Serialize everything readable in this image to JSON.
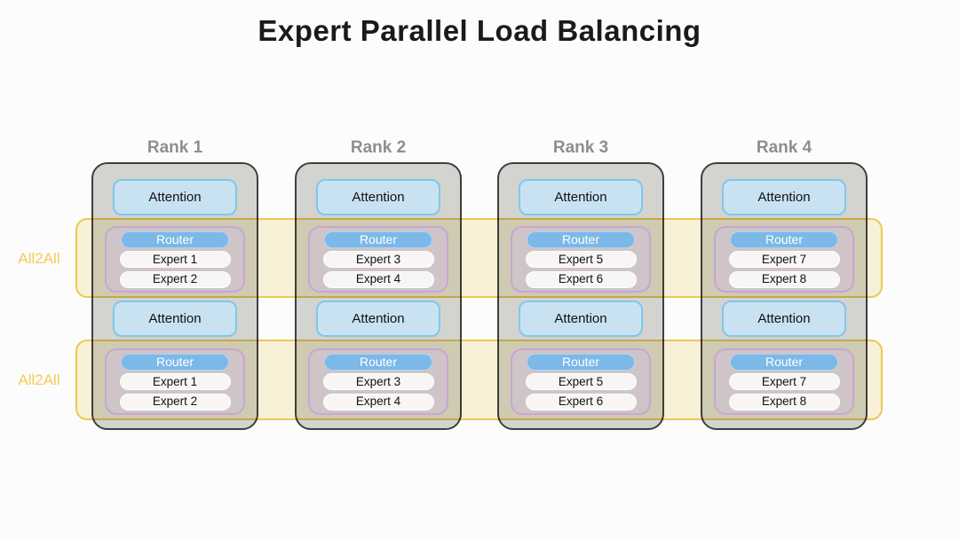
{
  "title": "Expert Parallel Load Balancing",
  "all2all": {
    "labels": [
      "All2All",
      "All2All"
    ]
  },
  "ranks": [
    {
      "label": "Rank 1",
      "layers": [
        {
          "attention": "Attention",
          "router": "Router",
          "experts": [
            "Expert 1",
            "Expert 2"
          ]
        },
        {
          "attention": "Attention",
          "router": "Router",
          "experts": [
            "Expert 1",
            "Expert 2"
          ]
        }
      ]
    },
    {
      "label": "Rank 2",
      "layers": [
        {
          "attention": "Attention",
          "router": "Router",
          "experts": [
            "Expert 3",
            "Expert 4"
          ]
        },
        {
          "attention": "Attention",
          "router": "Router",
          "experts": [
            "Expert 3",
            "Expert 4"
          ]
        }
      ]
    },
    {
      "label": "Rank 3",
      "layers": [
        {
          "attention": "Attention",
          "router": "Router",
          "experts": [
            "Expert 5",
            "Expert 6"
          ]
        },
        {
          "attention": "Attention",
          "router": "Router",
          "experts": [
            "Expert 5",
            "Expert 6"
          ]
        }
      ]
    },
    {
      "label": "Rank 4",
      "layers": [
        {
          "attention": "Attention",
          "router": "Router",
          "experts": [
            "Expert 7",
            "Expert 8"
          ]
        },
        {
          "attention": "Attention",
          "router": "Router",
          "experts": [
            "Expert 7",
            "Expert 8"
          ]
        }
      ]
    }
  ],
  "colors": {
    "background": "#fcfcfc",
    "title_text": "#1a1a1a",
    "rank_label_text": "#8e8e8e",
    "column_fill": "#d3d3d0",
    "column_border": "#3f3f3f",
    "attention_fill": "#c9e2f2",
    "attention_border": "#7fc7eb",
    "moe_fill": "#cfc4c8",
    "moe_border": "#c8a6d2",
    "router_fill": "#7cb8e8",
    "router_border": "#a9d6f2",
    "router_text": "#ffffff",
    "expert_fill": "#f7f6f5",
    "expert_border": "#ffffff",
    "band_fill": "#fbf4da",
    "band_border": "#eecc55",
    "all2all_text": "#f2cb52"
  }
}
